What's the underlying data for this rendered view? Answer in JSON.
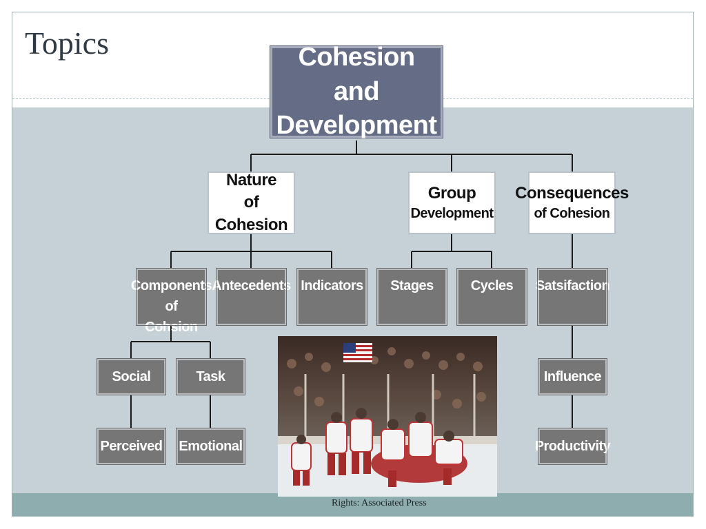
{
  "slide": {
    "title": "Topics",
    "caption": "Rights: Associated Press"
  },
  "diagram": {
    "root": {
      "line1": "Cohesion",
      "line2": "and Development"
    },
    "nature": {
      "line1": "Nature",
      "line2": "of Cohesion"
    },
    "group": {
      "line1": "Group",
      "line2": "Development"
    },
    "consequences": {
      "line1": "Consequences",
      "line2": "of Cohesion"
    },
    "components": {
      "line1": "Components",
      "line2": "of Cohsion"
    },
    "antecedents": "Antecedents",
    "indicators": "Indicators",
    "stages": "Stages",
    "cycles": "Cycles",
    "satisfaction": "Satsifaction",
    "social": "Social",
    "task": "Task",
    "perceived": "Perceived",
    "emotional": "Emotional",
    "influence": "Influence",
    "productivity": "Productivity"
  },
  "colors": {
    "root_fill": "#656c86",
    "leaf_fill": "#767676",
    "content_bg": "#c5d1d7",
    "footer_band": "#8eadae"
  }
}
